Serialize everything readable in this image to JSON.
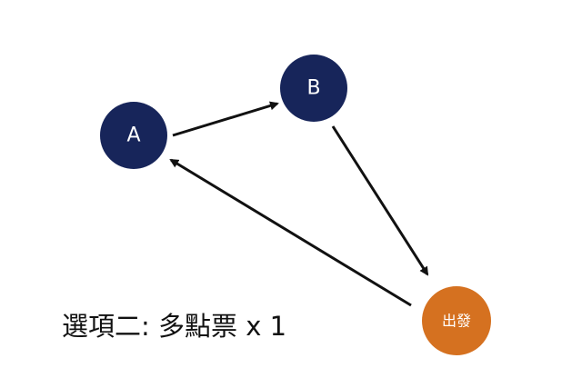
{
  "colors": {
    "node_dark": "#17255a",
    "node_start": "#d57120",
    "arrow": "#111111"
  },
  "nodes": {
    "a": {
      "label": "A"
    },
    "b": {
      "label": "B"
    },
    "start": {
      "label": "出發"
    }
  },
  "edges": [
    {
      "from": "A",
      "to": "B"
    },
    {
      "from": "B",
      "to": "出發"
    },
    {
      "from": "出發",
      "to": "A"
    }
  ],
  "caption": {
    "text": "選項二: 多點票 x 1"
  }
}
